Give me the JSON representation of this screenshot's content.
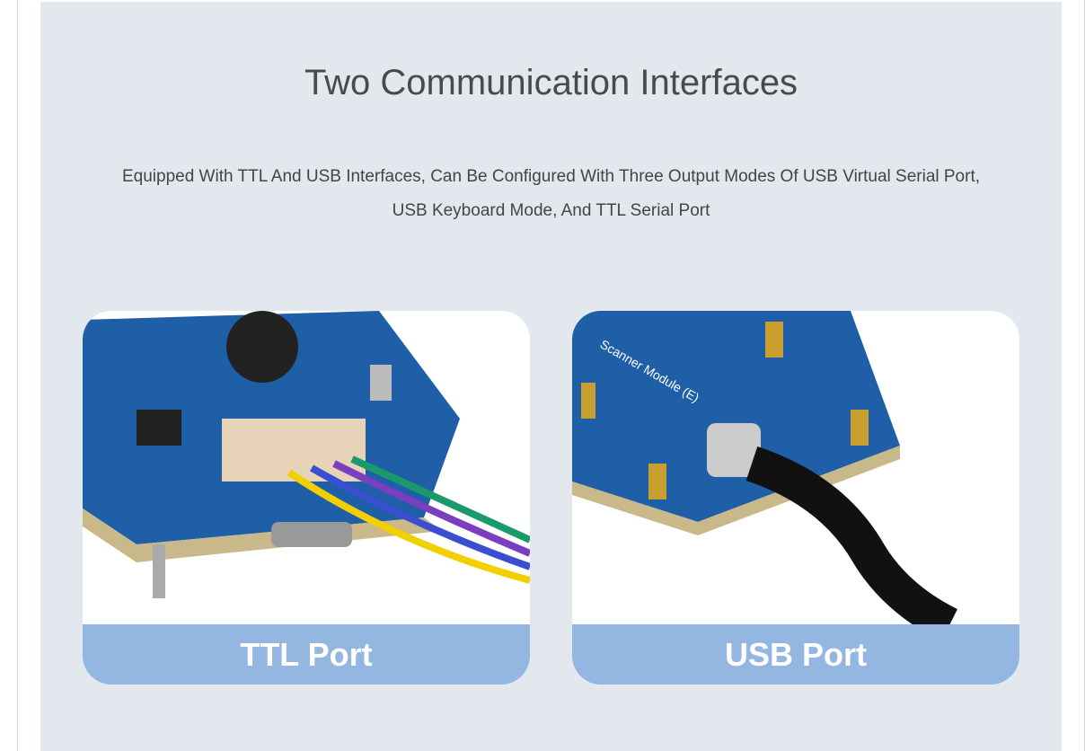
{
  "section": {
    "title": "Two Communication Interfaces",
    "description_line1": "Equipped With TTL And USB Interfaces, Can Be Configured With Three Output Modes Of USB Virtual Serial Port,",
    "description_line2": "USB Keyboard Mode, And TTL Serial Port"
  },
  "cards": [
    {
      "label": "TTL Port"
    },
    {
      "label": "USB Port"
    }
  ],
  "colors": {
    "panel": "#e3e8ee",
    "label_band": "#93b7e0",
    "board": "#1f5fa8"
  }
}
